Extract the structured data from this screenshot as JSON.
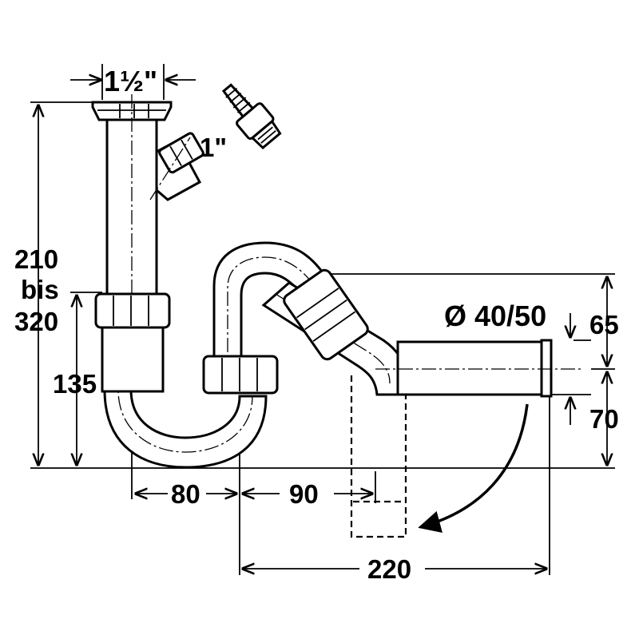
{
  "drawing": {
    "title": "",
    "labels": {
      "inlet_size": "1½\"",
      "side_connection_size": "1\"",
      "outlet_diameter": "Ø 40/50",
      "height_range_top": "210",
      "height_range_middle": "bis",
      "height_range_bottom": "320",
      "trap_height": "135",
      "trap_width": "80",
      "outlet_offset": "90",
      "outlet_length": "220",
      "outlet_above": "65",
      "outlet_below": "70"
    },
    "colors": {
      "line": "#000000",
      "background": "#ffffff"
    },
    "icons": [
      "hose-adapter-icon",
      "swivel-arrow-icon"
    ]
  }
}
